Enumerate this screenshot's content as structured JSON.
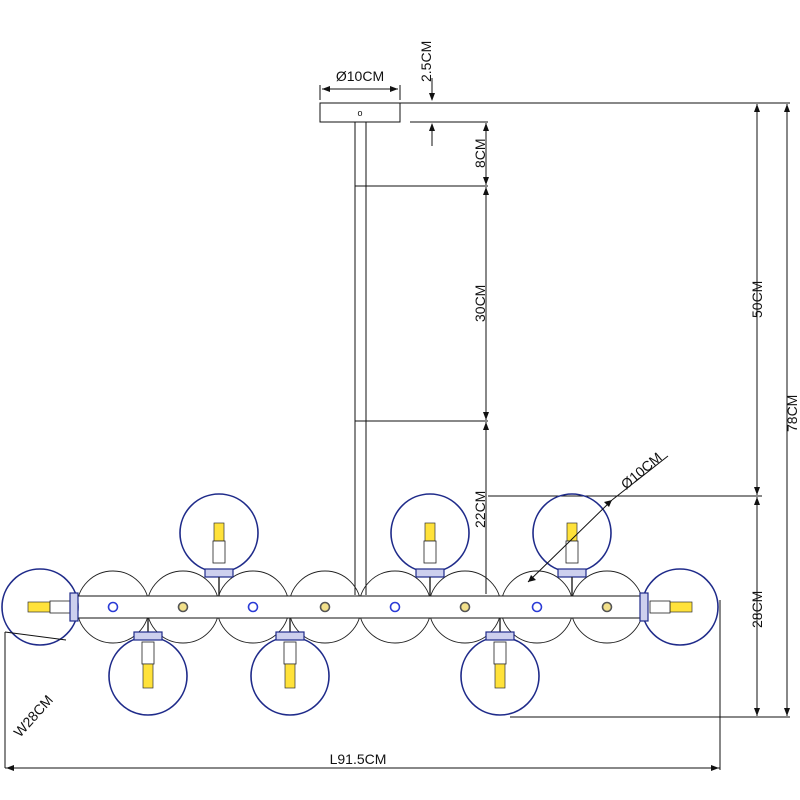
{
  "diagram": {
    "dimensions": {
      "canopy_diameter": "Ø10CM",
      "canopy_height": "2.5CM",
      "rod_top": "8CM",
      "rod_middle": "30CM",
      "rod_bottom": "22CM",
      "drop_total": "50CM",
      "overall_height": "78CM",
      "body_height": "28CM",
      "globe_diameter": "Ø10CM",
      "width": "W28CM",
      "length": "L91.5CM"
    },
    "canopy_label": "o",
    "colors": {
      "line": "#111111",
      "globe_outline": "#1f2b8a",
      "bulb": "#ffe23a",
      "bar_dot": "#2b3bd6",
      "bar_dot_warm": "#f2e08a"
    }
  }
}
